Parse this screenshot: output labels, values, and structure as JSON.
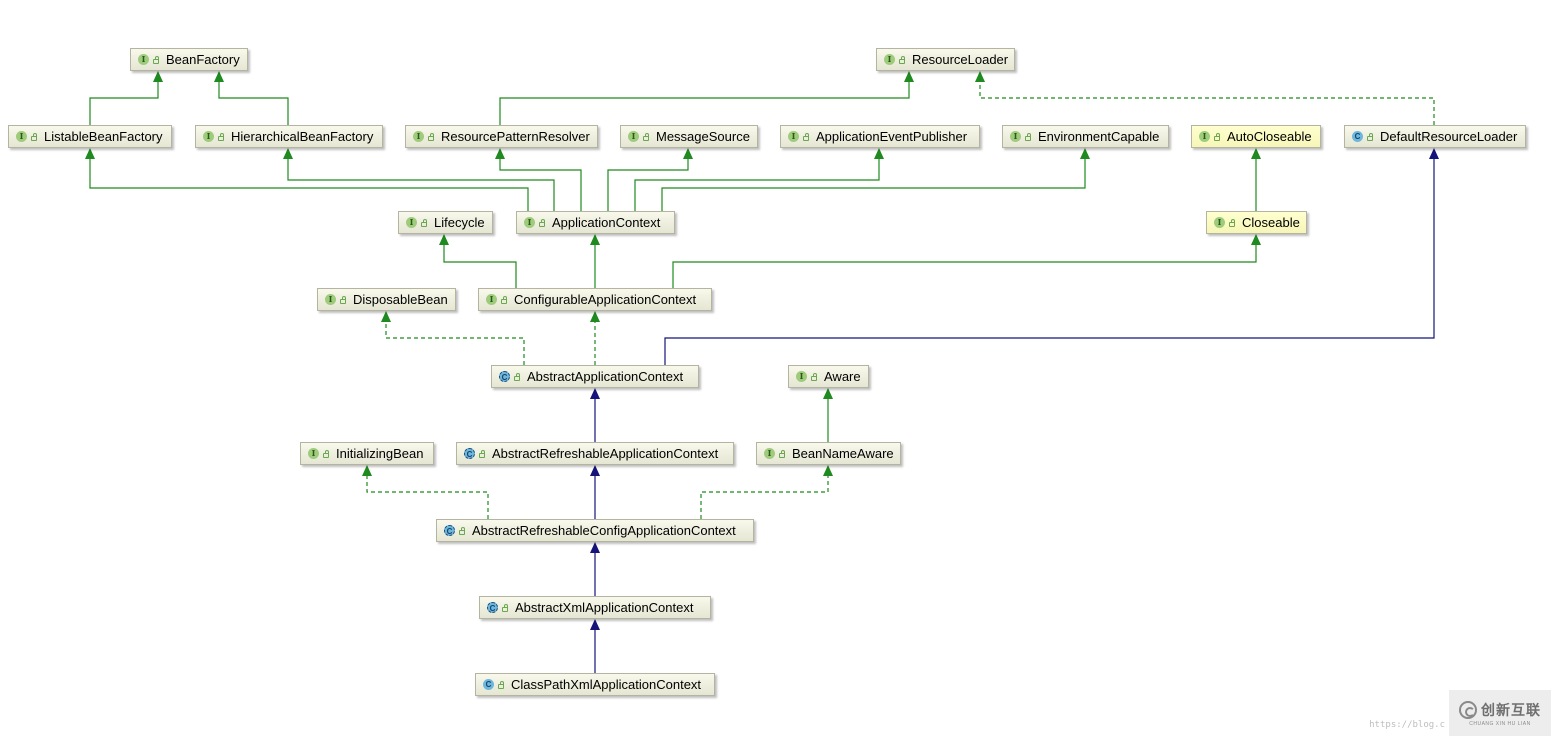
{
  "diagram": {
    "nodes": [
      {
        "id": "BeanFactory",
        "label": "BeanFactory",
        "kind": "interface"
      },
      {
        "id": "ResourceLoader",
        "label": "ResourceLoader",
        "kind": "interface"
      },
      {
        "id": "ListableBeanFactory",
        "label": "ListableBeanFactory",
        "kind": "interface"
      },
      {
        "id": "HierarchicalBeanFactory",
        "label": "HierarchicalBeanFactory",
        "kind": "interface"
      },
      {
        "id": "ResourcePatternResolver",
        "label": "ResourcePatternResolver",
        "kind": "interface"
      },
      {
        "id": "MessageSource",
        "label": "MessageSource",
        "kind": "interface"
      },
      {
        "id": "ApplicationEventPublisher",
        "label": "ApplicationEventPublisher",
        "kind": "interface"
      },
      {
        "id": "EnvironmentCapable",
        "label": "EnvironmentCapable",
        "kind": "interface"
      },
      {
        "id": "AutoCloseable",
        "label": "AutoCloseable",
        "kind": "interface",
        "highlight": true
      },
      {
        "id": "DefaultResourceLoader",
        "label": "DefaultResourceLoader",
        "kind": "class"
      },
      {
        "id": "Lifecycle",
        "label": "Lifecycle",
        "kind": "interface"
      },
      {
        "id": "ApplicationContext",
        "label": "ApplicationContext",
        "kind": "interface"
      },
      {
        "id": "Closeable",
        "label": "Closeable",
        "kind": "interface",
        "highlight": true
      },
      {
        "id": "DisposableBean",
        "label": "DisposableBean",
        "kind": "interface"
      },
      {
        "id": "ConfigurableApplicationContext",
        "label": "ConfigurableApplicationContext",
        "kind": "interface"
      },
      {
        "id": "AbstractApplicationContext",
        "label": "AbstractApplicationContext",
        "kind": "abstract"
      },
      {
        "id": "Aware",
        "label": "Aware",
        "kind": "interface"
      },
      {
        "id": "InitializingBean",
        "label": "InitializingBean",
        "kind": "interface"
      },
      {
        "id": "AbstractRefreshableApplicationContext",
        "label": "AbstractRefreshableApplicationContext",
        "kind": "abstract"
      },
      {
        "id": "BeanNameAware",
        "label": "BeanNameAware",
        "kind": "interface"
      },
      {
        "id": "AbstractRefreshableConfigApplicationContext",
        "label": "AbstractRefreshableConfigApplicationContext",
        "kind": "abstract"
      },
      {
        "id": "AbstractXmlApplicationContext",
        "label": "AbstractXmlApplicationContext",
        "kind": "abstract"
      },
      {
        "id": "ClassPathXmlApplicationContext",
        "label": "ClassPathXmlApplicationContext",
        "kind": "class"
      }
    ],
    "edges": [
      {
        "from": "ListableBeanFactory",
        "to": "BeanFactory",
        "type": "interface-extends"
      },
      {
        "from": "HierarchicalBeanFactory",
        "to": "BeanFactory",
        "type": "interface-extends"
      },
      {
        "from": "ResourcePatternResolver",
        "to": "ResourceLoader",
        "type": "interface-extends"
      },
      {
        "from": "DefaultResourceLoader",
        "to": "ResourceLoader",
        "type": "implements"
      },
      {
        "from": "ApplicationContext",
        "to": "ListableBeanFactory",
        "type": "interface-extends"
      },
      {
        "from": "ApplicationContext",
        "to": "HierarchicalBeanFactory",
        "type": "interface-extends"
      },
      {
        "from": "ApplicationContext",
        "to": "ResourcePatternResolver",
        "type": "interface-extends"
      },
      {
        "from": "ApplicationContext",
        "to": "MessageSource",
        "type": "interface-extends"
      },
      {
        "from": "ApplicationContext",
        "to": "ApplicationEventPublisher",
        "type": "interface-extends"
      },
      {
        "from": "ApplicationContext",
        "to": "EnvironmentCapable",
        "type": "interface-extends"
      },
      {
        "from": "Closeable",
        "to": "AutoCloseable",
        "type": "interface-extends"
      },
      {
        "from": "ConfigurableApplicationContext",
        "to": "Lifecycle",
        "type": "interface-extends"
      },
      {
        "from": "ConfigurableApplicationContext",
        "to": "ApplicationContext",
        "type": "interface-extends"
      },
      {
        "from": "ConfigurableApplicationContext",
        "to": "Closeable",
        "type": "interface-extends"
      },
      {
        "from": "AbstractApplicationContext",
        "to": "DisposableBean",
        "type": "implements"
      },
      {
        "from": "AbstractApplicationContext",
        "to": "ConfigurableApplicationContext",
        "type": "implements"
      },
      {
        "from": "AbstractApplicationContext",
        "to": "DefaultResourceLoader",
        "type": "extends"
      },
      {
        "from": "BeanNameAware",
        "to": "Aware",
        "type": "interface-extends"
      },
      {
        "from": "AbstractRefreshableApplicationContext",
        "to": "AbstractApplicationContext",
        "type": "extends"
      },
      {
        "from": "AbstractRefreshableConfigApplicationContext",
        "to": "InitializingBean",
        "type": "implements"
      },
      {
        "from": "AbstractRefreshableConfigApplicationContext",
        "to": "AbstractRefreshableApplicationContext",
        "type": "extends"
      },
      {
        "from": "AbstractRefreshableConfigApplicationContext",
        "to": "BeanNameAware",
        "type": "implements"
      },
      {
        "from": "AbstractXmlApplicationContext",
        "to": "AbstractRefreshableConfigApplicationContext",
        "type": "extends"
      },
      {
        "from": "ClassPathXmlApplicationContext",
        "to": "AbstractXmlApplicationContext",
        "type": "extends"
      }
    ],
    "colors": {
      "interface_extends": "#1f8a1f",
      "implements": "#1f8a1f",
      "class_extends": "#14147a",
      "node_fill": "#ecece0",
      "node_highlight_fill": "#fbfbc4",
      "node_border": "#b4b4a0"
    }
  },
  "watermark": {
    "brand": "创新互联",
    "subtitle": "CHUANG XIN HU LIAN",
    "url": "https://blog.c"
  }
}
